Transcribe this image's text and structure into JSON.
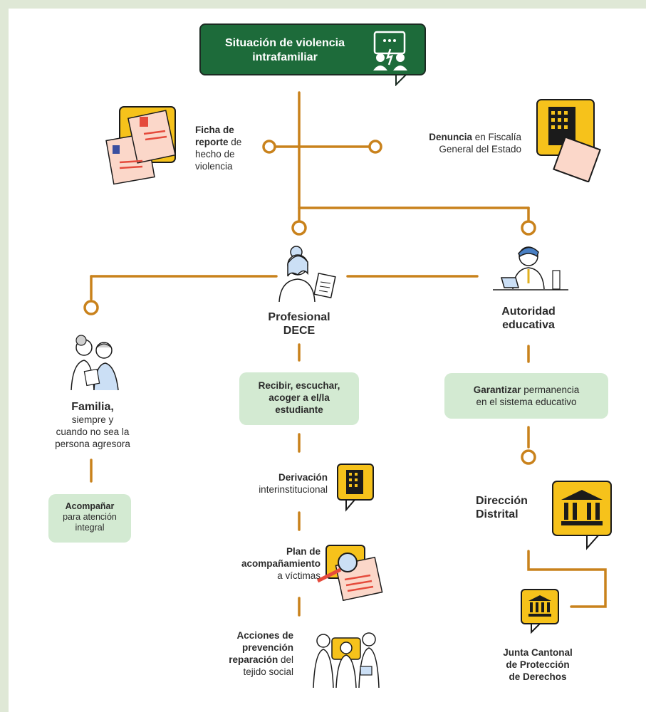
{
  "title": {
    "line1": "Situación de violencia",
    "line2": "intrafamiliar"
  },
  "ficha": {
    "bold1": "Ficha de",
    "bold2": "reporte",
    "rest2": " de",
    "line3": "hecho de",
    "line4": "violencia"
  },
  "denuncia": {
    "bold": "Denuncia",
    "rest1": " en Fiscalía",
    "line2": "General del Estado"
  },
  "dece": {
    "line1": "Profesional",
    "line2": "DECE"
  },
  "autoridad": {
    "line1": "Autoridad",
    "line2": "educativa"
  },
  "familia": {
    "bold": "Familia,",
    "line2": "siempre y",
    "line3": "cuando no sea la",
    "line4": "persona agresora"
  },
  "acompanar": {
    "bold": "Acompañar",
    "line2": "para atención",
    "line3": "integral"
  },
  "recibir": {
    "line1": "Recibir, escuchar,",
    "line2": "acoger a el/la",
    "line3": "estudiante"
  },
  "garantizar": {
    "bold": "Garantizar",
    "rest1": " permanencia",
    "line2": "en el sistema educativo"
  },
  "derivacion": {
    "bold": "Derivación",
    "line2": "interinstitucional"
  },
  "plan": {
    "line1": "Plan de",
    "line2": "acompañamiento",
    "line3": "a víctimas"
  },
  "acciones": {
    "bold1": "Acciones de",
    "bold2": "prevención",
    "bold3": "reparación",
    "rest3": " del",
    "line4": "tejido social"
  },
  "direccion": {
    "line1": "Dirección",
    "line2": "Distrital"
  },
  "junta": {
    "line1": "Junta Cantonal",
    "line2": "de Protección",
    "line3": "de Derechos"
  },
  "colors": {
    "line": "#c9821c",
    "green_box": "#1d6b3a",
    "accent": "#f6c21b",
    "soft_green": "#d3ead2"
  },
  "icons": [
    "chat-people-icon",
    "report-form-icon",
    "building-clipboard-icon",
    "counselor-icon",
    "officer-laptop-icon",
    "family-icon",
    "office-building-icon",
    "magnifier-documents-icon",
    "institution-icon",
    "group-people-icon"
  ]
}
